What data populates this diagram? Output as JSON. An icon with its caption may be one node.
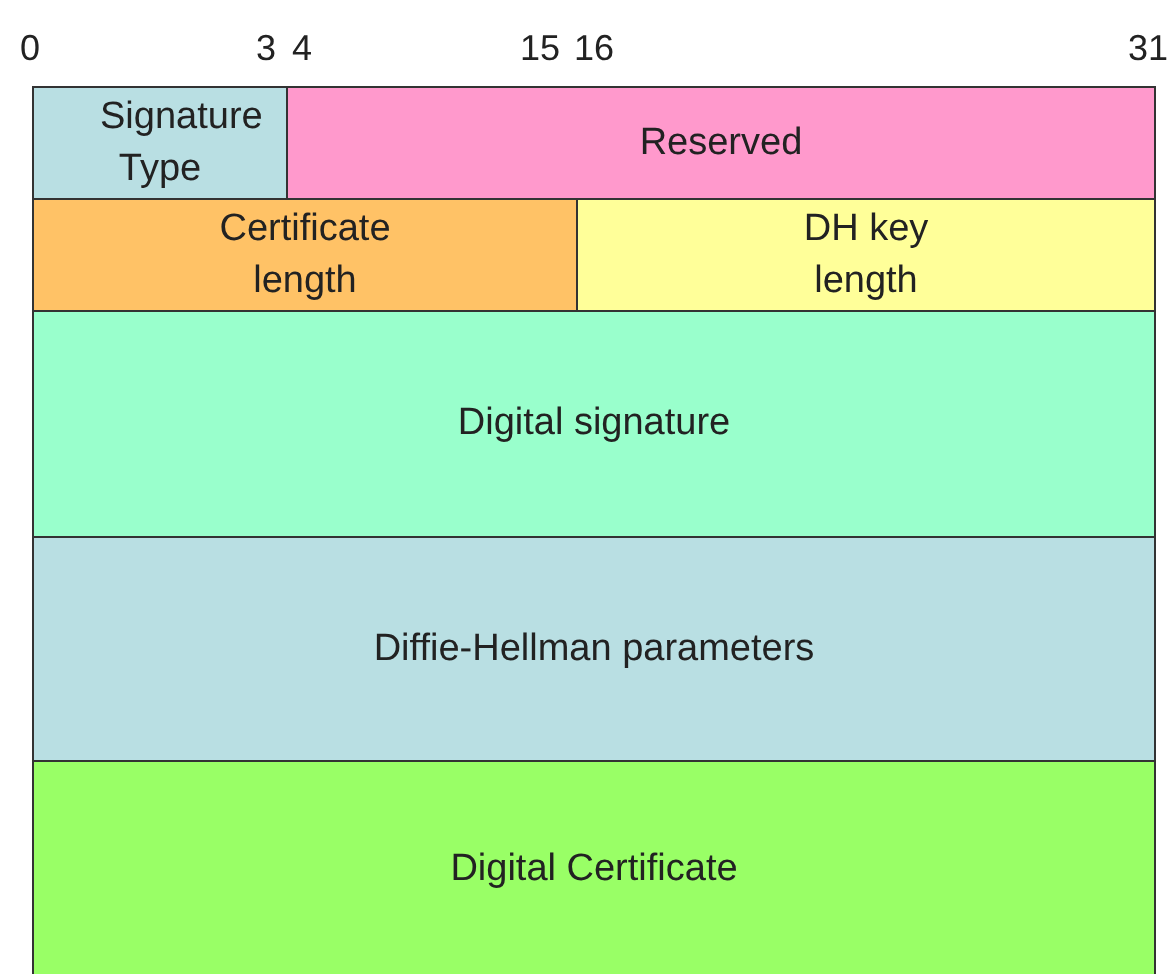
{
  "diagram": {
    "nodes": [
      {
        "text": [
          "Signature Type"
        ]
      },
      {
        "text": [
          "Reserved"
        ]
      },
      {
        "text": [
          "Certificate length"
        ]
      },
      {
        "text": [
          "DH key length"
        ]
      },
      {
        "text": [
          "Digital signature"
        ]
      },
      {
        "text": [
          "Diffie-Hellman parameters"
        ]
      },
      {
        "text": [
          "Digital Certificate"
        ]
      }
    ],
    "edges": [],
    "labels": [
      "0",
      "3",
      "4",
      "15",
      "16",
      "31"
    ]
  }
}
